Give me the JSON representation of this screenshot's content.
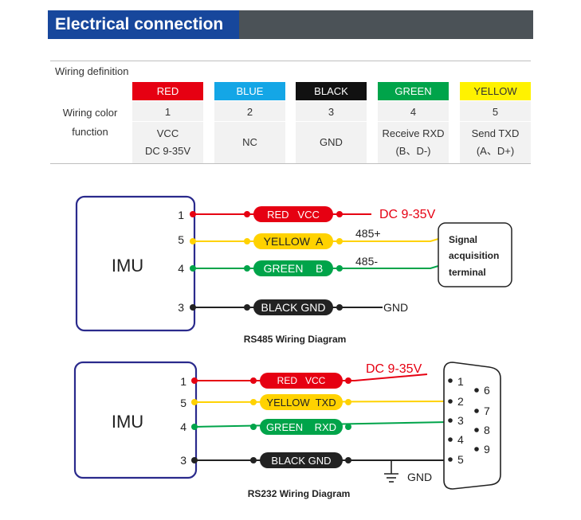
{
  "header": {
    "title": "Electrical connection"
  },
  "table": {
    "caption": "Wiring definition",
    "row_label_lines": [
      "Wiring color",
      "function"
    ],
    "columns": [
      {
        "color_name": "RED",
        "number": "1",
        "function": [
          "VCC",
          "DC 9-35V"
        ],
        "bg": "#e60012",
        "fg": "#ffffff"
      },
      {
        "color_name": "BLUE",
        "number": "2",
        "function": [
          "NC"
        ],
        "bg": "#14a6e6",
        "fg": "#ffffff"
      },
      {
        "color_name": "BLACK",
        "number": "3",
        "function": [
          "GND"
        ],
        "bg": "#111111",
        "fg": "#ffffff"
      },
      {
        "color_name": "GREEN",
        "number": "4",
        "function": [
          "Receive RXD",
          "(B、D-)"
        ],
        "bg": "#00a44a",
        "fg": "#ffffff"
      },
      {
        "color_name": "YELLOW",
        "number": "5",
        "function": [
          "Send TXD",
          "(A、D+)"
        ],
        "bg": "#fff200",
        "fg": "#333333"
      }
    ]
  },
  "rs485": {
    "device": "IMU",
    "pins": [
      "1",
      "5",
      "4",
      "3"
    ],
    "wires": [
      "RED   VCC",
      "YELLOW  A",
      "GREEN    B",
      "BLACK GND"
    ],
    "supply": "DC 9-35V",
    "a_label": "485+",
    "b_label": "485-",
    "gnd": "GND",
    "terminal_lines": [
      "Signal",
      "acquisition",
      "terminal"
    ],
    "caption": "RS485 Wiring Diagram"
  },
  "rs232": {
    "device": "IMU",
    "pins": [
      "1",
      "5",
      "4",
      "3"
    ],
    "wires": [
      "RED   VCC",
      "YELLOW  TXD",
      "GREEN    RXD",
      "BLACK GND"
    ],
    "supply": "DC 9-35V",
    "gnd": "GND",
    "db9_left": [
      "1",
      "2",
      "3",
      "4",
      "5"
    ],
    "db9_right": [
      "6",
      "7",
      "8",
      "9"
    ],
    "caption": "RS232 Wiring Diagram"
  },
  "colors": {
    "red": "#e60012",
    "yellow": "#ffd200",
    "green": "#00a44a",
    "black": "#222222",
    "navy": "#2a2a8c",
    "accent_blue": "#17479c"
  }
}
